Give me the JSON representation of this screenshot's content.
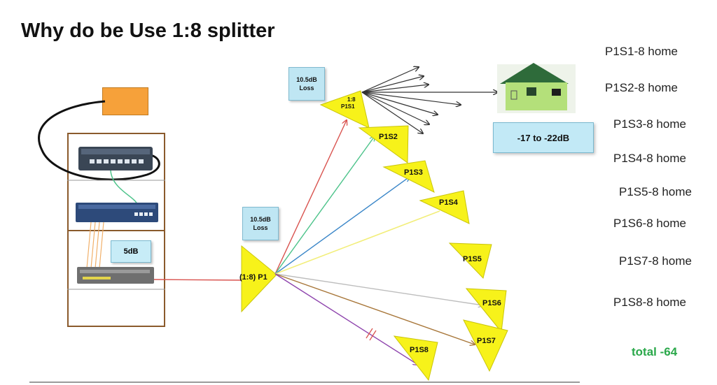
{
  "title": "Why do be Use 1:8 splitter",
  "loss_box_top": {
    "line1": "10.5dB",
    "line2": "Loss"
  },
  "loss_box_mid": {
    "line1": "10.5dB",
    "line2": "Loss"
  },
  "olt_loss": "5dB",
  "home_db_range": "-17 to -22dB",
  "splitters": {
    "main": "(1:8) P1",
    "p1s1_top": "1:8",
    "p1s1": "P1S1",
    "p1s2": "P1S2",
    "p1s3": "P1S3",
    "p1s4": "P1S4",
    "p1s5": "P1S5",
    "p1s6": "P1S6",
    "p1s7": "P1S7",
    "p1s8": "P1S8"
  },
  "home_labels": [
    "P1S1-8 home",
    "P1S2-8 home",
    "P1S3-8 home",
    "P1S4-8 home",
    "P1S5-8 home",
    "P1S6-8 home",
    "P1S7-8 home",
    "P1S8-8 home"
  ],
  "total": "total -64",
  "colors": {
    "splitter_fill": "#f7f21a",
    "line_red": "#d9534f",
    "line_green": "#4cc38a",
    "line_blue": "#3a86c8",
    "line_yellow": "#f2ee7a",
    "line_gray": "#bdbdbd",
    "line_brown": "#a8773a",
    "line_purple": "#8e44ad",
    "total_green": "#2aa84a"
  }
}
